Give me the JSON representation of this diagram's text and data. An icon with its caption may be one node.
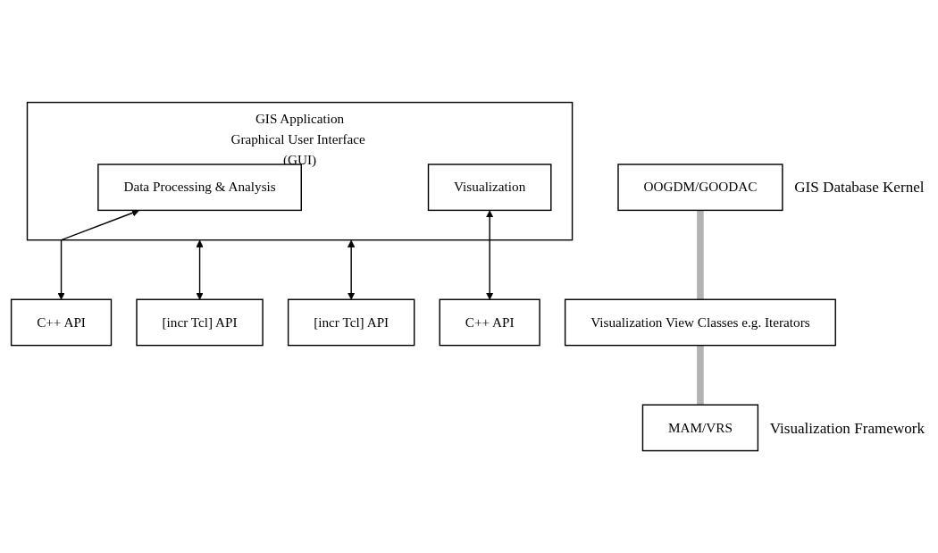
{
  "diagram": {
    "nodes": [
      {
        "text": [
          "GIS Application",
          "Graphical User Interface (GUI)"
        ]
      },
      {
        "text": [
          "Data Processing & Analysis"
        ],
        "in": 0
      },
      {
        "text": [
          "Visualization"
        ],
        "in": 0
      },
      {
        "text": [
          "[incr Tcl] API"
        ]
      },
      {
        "text": [
          "C++ API"
        ]
      },
      {
        "text": [
          "OOGDM/GOODAC"
        ],
        "beside": [
          "GIS Database Kernel"
        ]
      },
      {
        "text": [
          "Visualization View Classes e.g. Iterators"
        ]
      },
      {
        "text": [
          "C++ API"
        ]
      },
      {
        "text": [
          "[incr Tcl] API"
        ]
      },
      {
        "text": [
          "MAM/VRS"
        ],
        "beside": [
          "Visualization Framework"
        ]
      }
    ],
    "edges": [
      {
        "from": 0,
        "to": 3,
        "arrow": "both"
      },
      {
        "from": 1,
        "to": 4,
        "arrow": "both"
      },
      {
        "from": 2,
        "to": 7,
        "arrow": "both"
      },
      {
        "from": 0,
        "to": 8,
        "arrow": "both"
      },
      {
        "from": 5,
        "to": 6,
        "arrow": "none",
        "style": "thick",
        "color": "#b3b3b3"
      },
      {
        "from": 6,
        "to": 9,
        "arrow": "none",
        "style": "thick",
        "color": "#b3b3b3"
      }
    ]
  }
}
